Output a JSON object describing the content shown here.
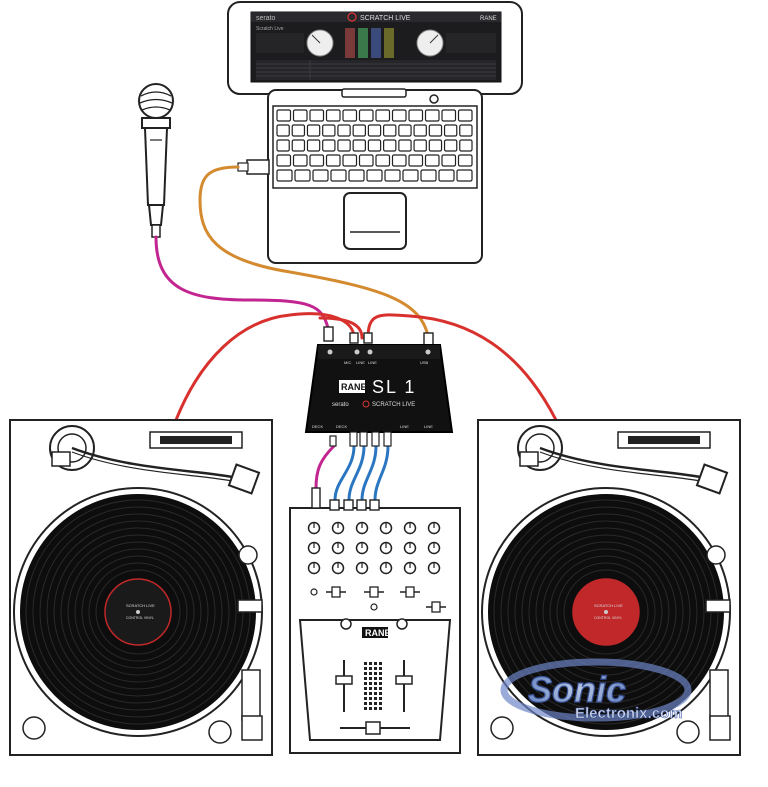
{
  "laptop": {
    "app_brand": "serato",
    "app_title": "SCRATCH LIVE",
    "corner_brand": "RANE",
    "window_heading": "Scratch Live"
  },
  "interface": {
    "brand": "RANE",
    "model": "SL 1",
    "sub_brand": "serato",
    "sub_title": "SCRATCH LIVE",
    "top_labels": [
      "MIC",
      "LINE",
      "LINE",
      "USB"
    ],
    "bottom_labels": [
      "DECK",
      "DECK",
      "LINE",
      "LINE"
    ]
  },
  "mixer": {
    "brand": "RANE"
  },
  "records": {
    "label_brand": "SCRATCH LIVE",
    "label_text": "CONTROL VINYL",
    "left_label_color": "#1a1a1a",
    "right_label_color": "#c0282a"
  },
  "watermark": {
    "brand": "Sonic",
    "sub": "Electronix.com"
  },
  "colors": {
    "red_cable": "#d8312d",
    "magenta_cable": "#c2258f",
    "orange_cable": "#d48a2e",
    "blue_cable": "#2b76c0"
  }
}
